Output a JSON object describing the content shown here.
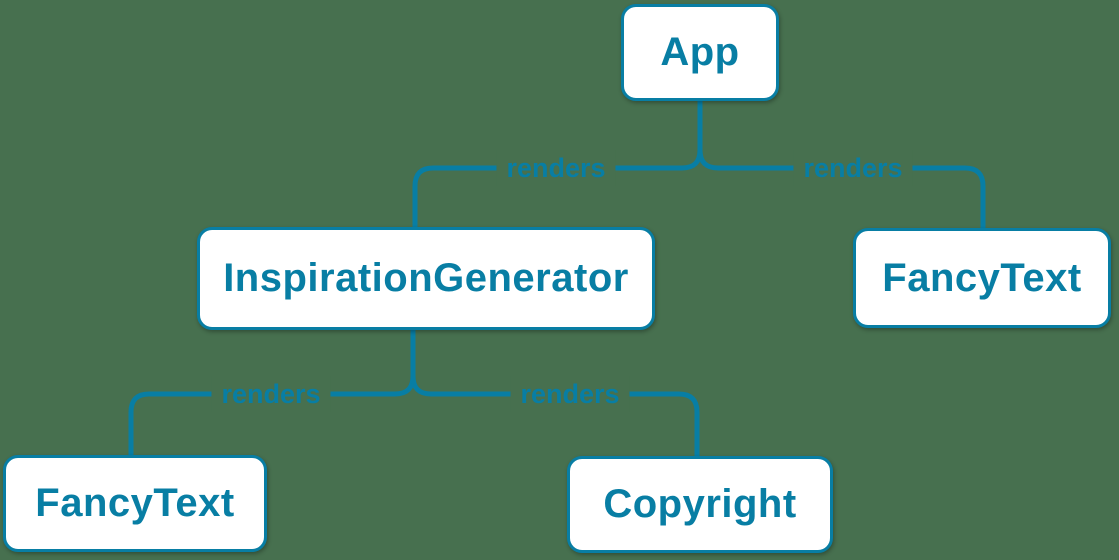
{
  "colors": {
    "background": "#47704F",
    "accent": "#087EA4",
    "node_fill": "#FFFFFF",
    "node_text": "#087EA4"
  },
  "nodes": [
    {
      "id": "app",
      "label": "App"
    },
    {
      "id": "inspiration-generator",
      "label": "InspirationGenerator"
    },
    {
      "id": "fancy-text-top",
      "label": "FancyText"
    },
    {
      "id": "fancy-text-bottom",
      "label": "FancyText"
    },
    {
      "id": "copyright",
      "label": "Copyright"
    }
  ],
  "edges": [
    {
      "from": "App",
      "to": "InspirationGenerator",
      "label": "renders"
    },
    {
      "from": "App",
      "to": "FancyText",
      "label": "renders"
    },
    {
      "from": "InspirationGenerator",
      "to": "FancyText",
      "label": "renders"
    },
    {
      "from": "InspirationGenerator",
      "to": "Copyright",
      "label": "renders"
    }
  ]
}
